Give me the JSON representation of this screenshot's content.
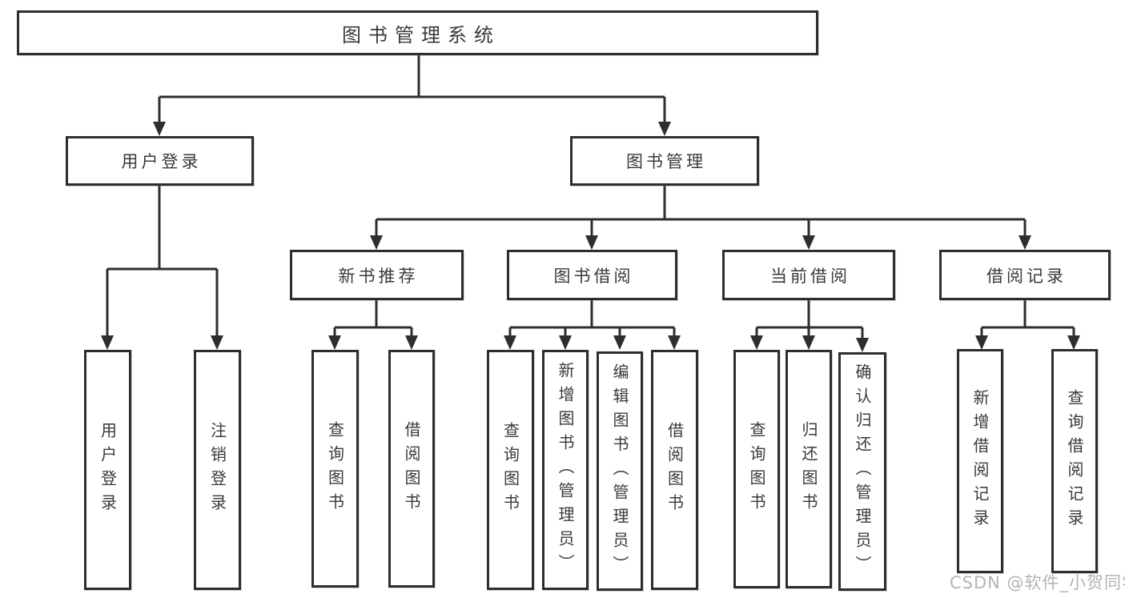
{
  "tree": {
    "root": "图书管理系统",
    "branches": [
      {
        "label": "用户登录",
        "children": [
          "用户登录",
          "注销登录"
        ]
      },
      {
        "label": "图书管理",
        "groups": [
          {
            "label": "新书推荐",
            "children": [
              "查询图书",
              "借阅图书"
            ]
          },
          {
            "label": "图书借阅",
            "children": [
              "查询图书",
              "新增图书（管理员）",
              "编辑图书（管理员）",
              "借阅图书"
            ]
          },
          {
            "label": "当前借阅",
            "children": [
              "查询图书",
              "归还图书",
              "确认归还（管理员）"
            ]
          },
          {
            "label": "借阅记录",
            "children": [
              "新增借阅记录",
              "查询借阅记录"
            ]
          }
        ]
      }
    ]
  },
  "watermark": "CSDN @软件_小贺同学",
  "colors": {
    "line": "#2e2e2e",
    "text": "#3a3a3a",
    "watermark": "#b3b3b3",
    "background": "#ffffff"
  }
}
